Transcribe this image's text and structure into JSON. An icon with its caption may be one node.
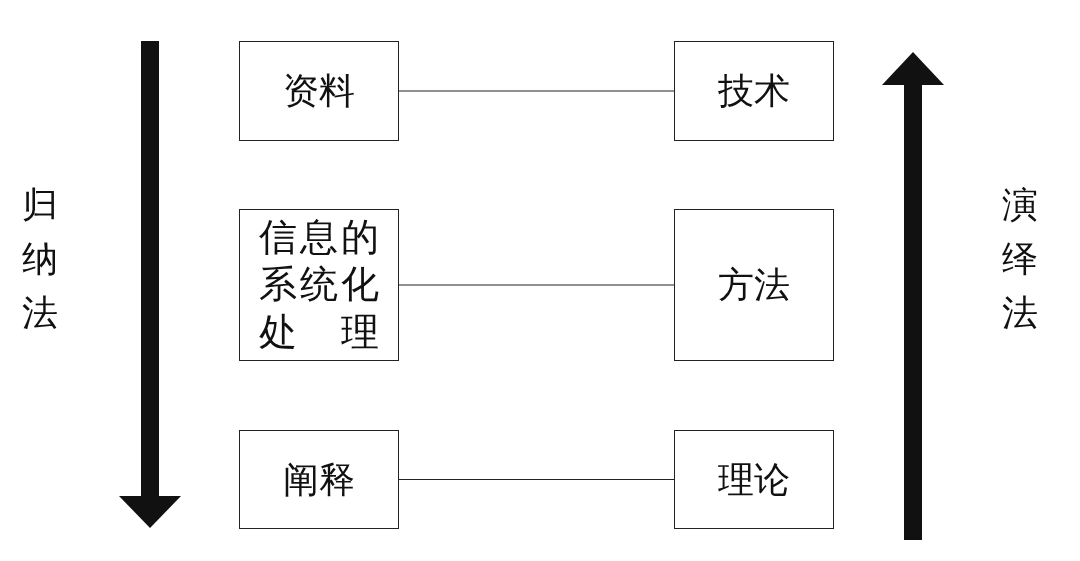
{
  "diagram": {
    "nodes": [
      {
        "text": [
          "资料"
        ]
      },
      {
        "text": [
          "技术"
        ]
      },
      {
        "text": [
          "信息的系统化处理"
        ]
      },
      {
        "text": [
          "方法"
        ]
      },
      {
        "text": [
          "阐释"
        ]
      },
      {
        "text": [
          "理论"
        ]
      }
    ],
    "edges": [
      {
        "from": 0,
        "to": 1,
        "arrow": "none"
      },
      {
        "from": 2,
        "to": 3,
        "arrow": "none"
      },
      {
        "from": 4,
        "to": 5,
        "arrow": "none"
      }
    ],
    "labels": [
      "归纳法",
      "演绎法"
    ]
  }
}
